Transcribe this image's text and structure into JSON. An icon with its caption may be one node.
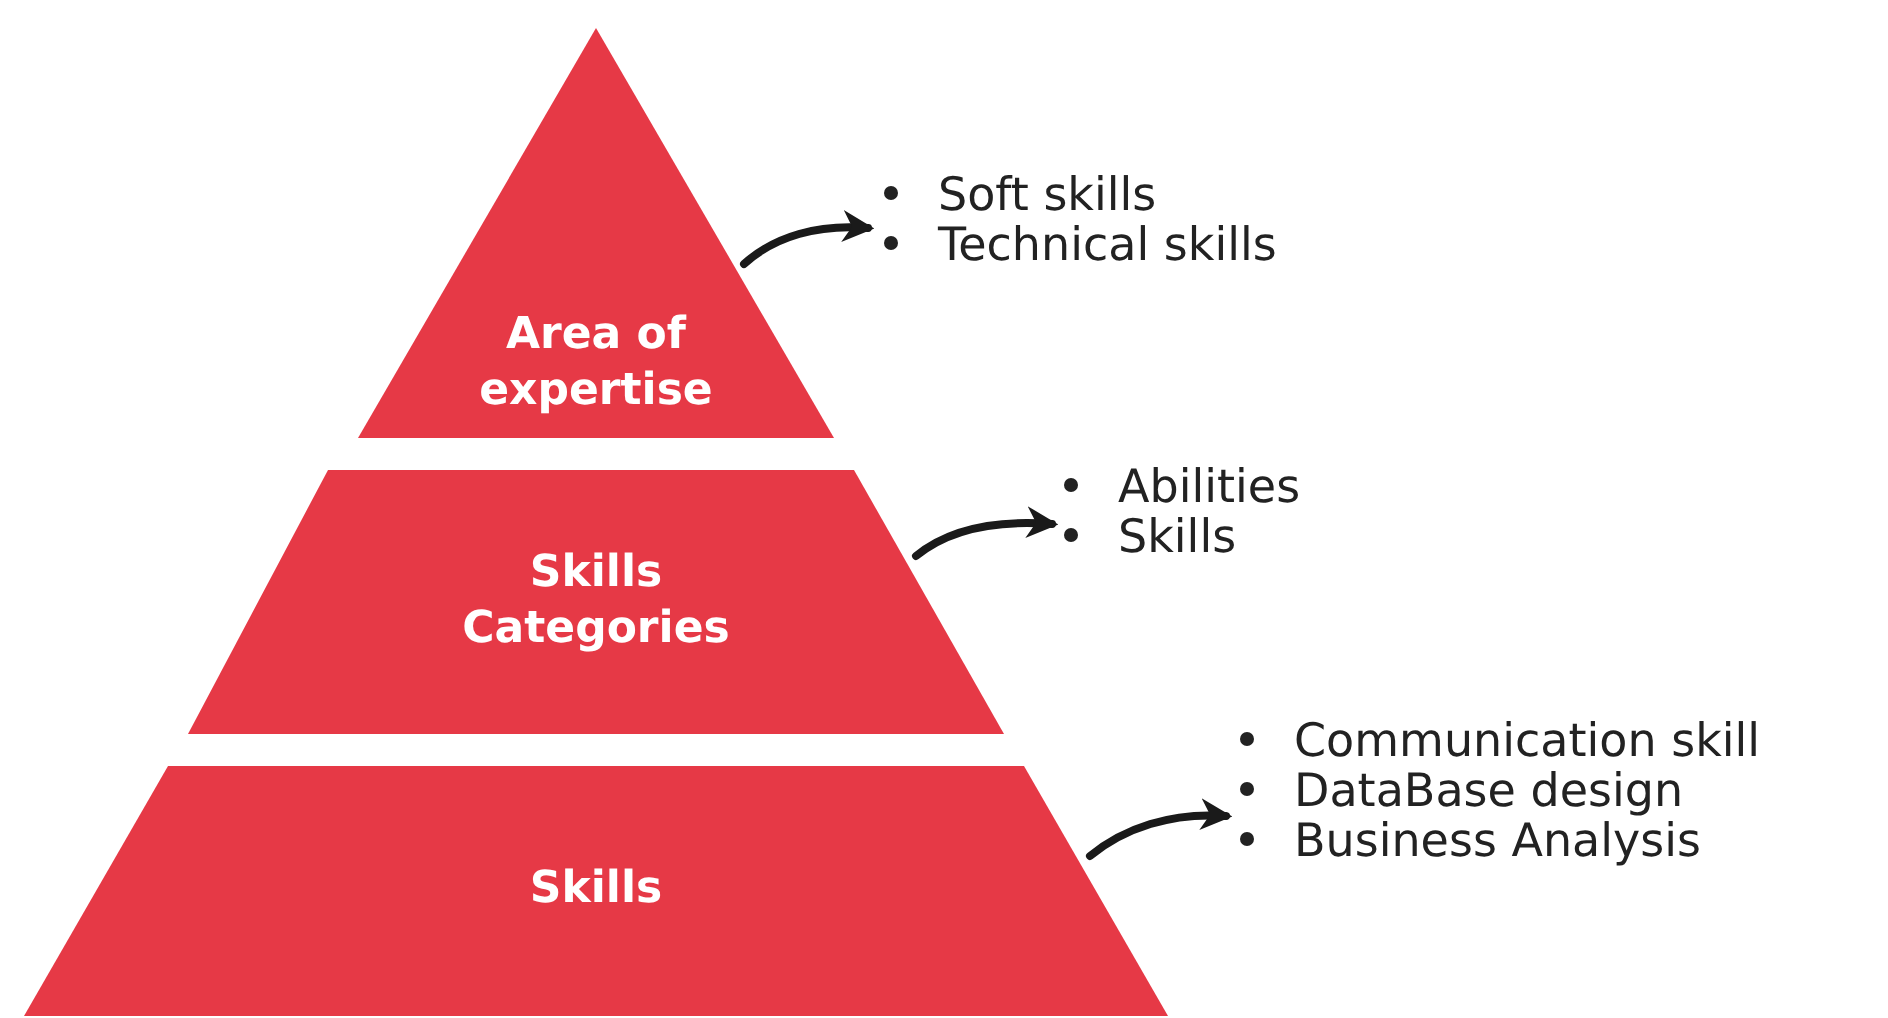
{
  "diagram": {
    "nodes": [
      {
        "text": [
          "Area of expertise"
        ]
      },
      {
        "text": [
          "Skills Categories"
        ]
      },
      {
        "text": [
          "Skills"
        ]
      },
      {
        "text": [
          "Soft skills",
          "Technical skills"
        ]
      },
      {
        "text": [
          "Abilities",
          "Skills"
        ]
      },
      {
        "text": [
          "Communication skill",
          "DataBase design",
          "Business Analysis"
        ]
      }
    ],
    "edges": [
      {
        "from": 0,
        "to": 3,
        "arrow": "to"
      },
      {
        "from": 1,
        "to": 4,
        "arrow": "to"
      },
      {
        "from": 2,
        "to": 5,
        "arrow": "to"
      }
    ]
  }
}
